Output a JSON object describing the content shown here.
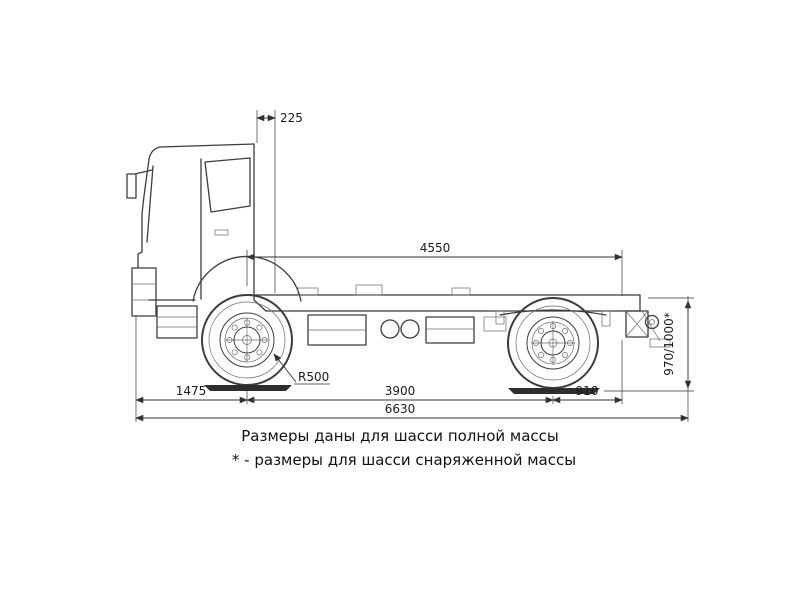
{
  "diagram": {
    "dims": {
      "d225": "225",
      "d4550": "4550",
      "r500": "R500",
      "d1475": "1475",
      "d3900": "3900",
      "d910": "910",
      "d6630": "6630",
      "height": "970/1000*"
    },
    "notes": {
      "line1": "Размеры даны для шасси полной массы",
      "line2": "* - размеры для шасси снаряженной массы"
    },
    "colors": {
      "line": "#3c3c3c",
      "dimension": "#333333",
      "text": "#111111",
      "background": "#ffffff"
    }
  }
}
